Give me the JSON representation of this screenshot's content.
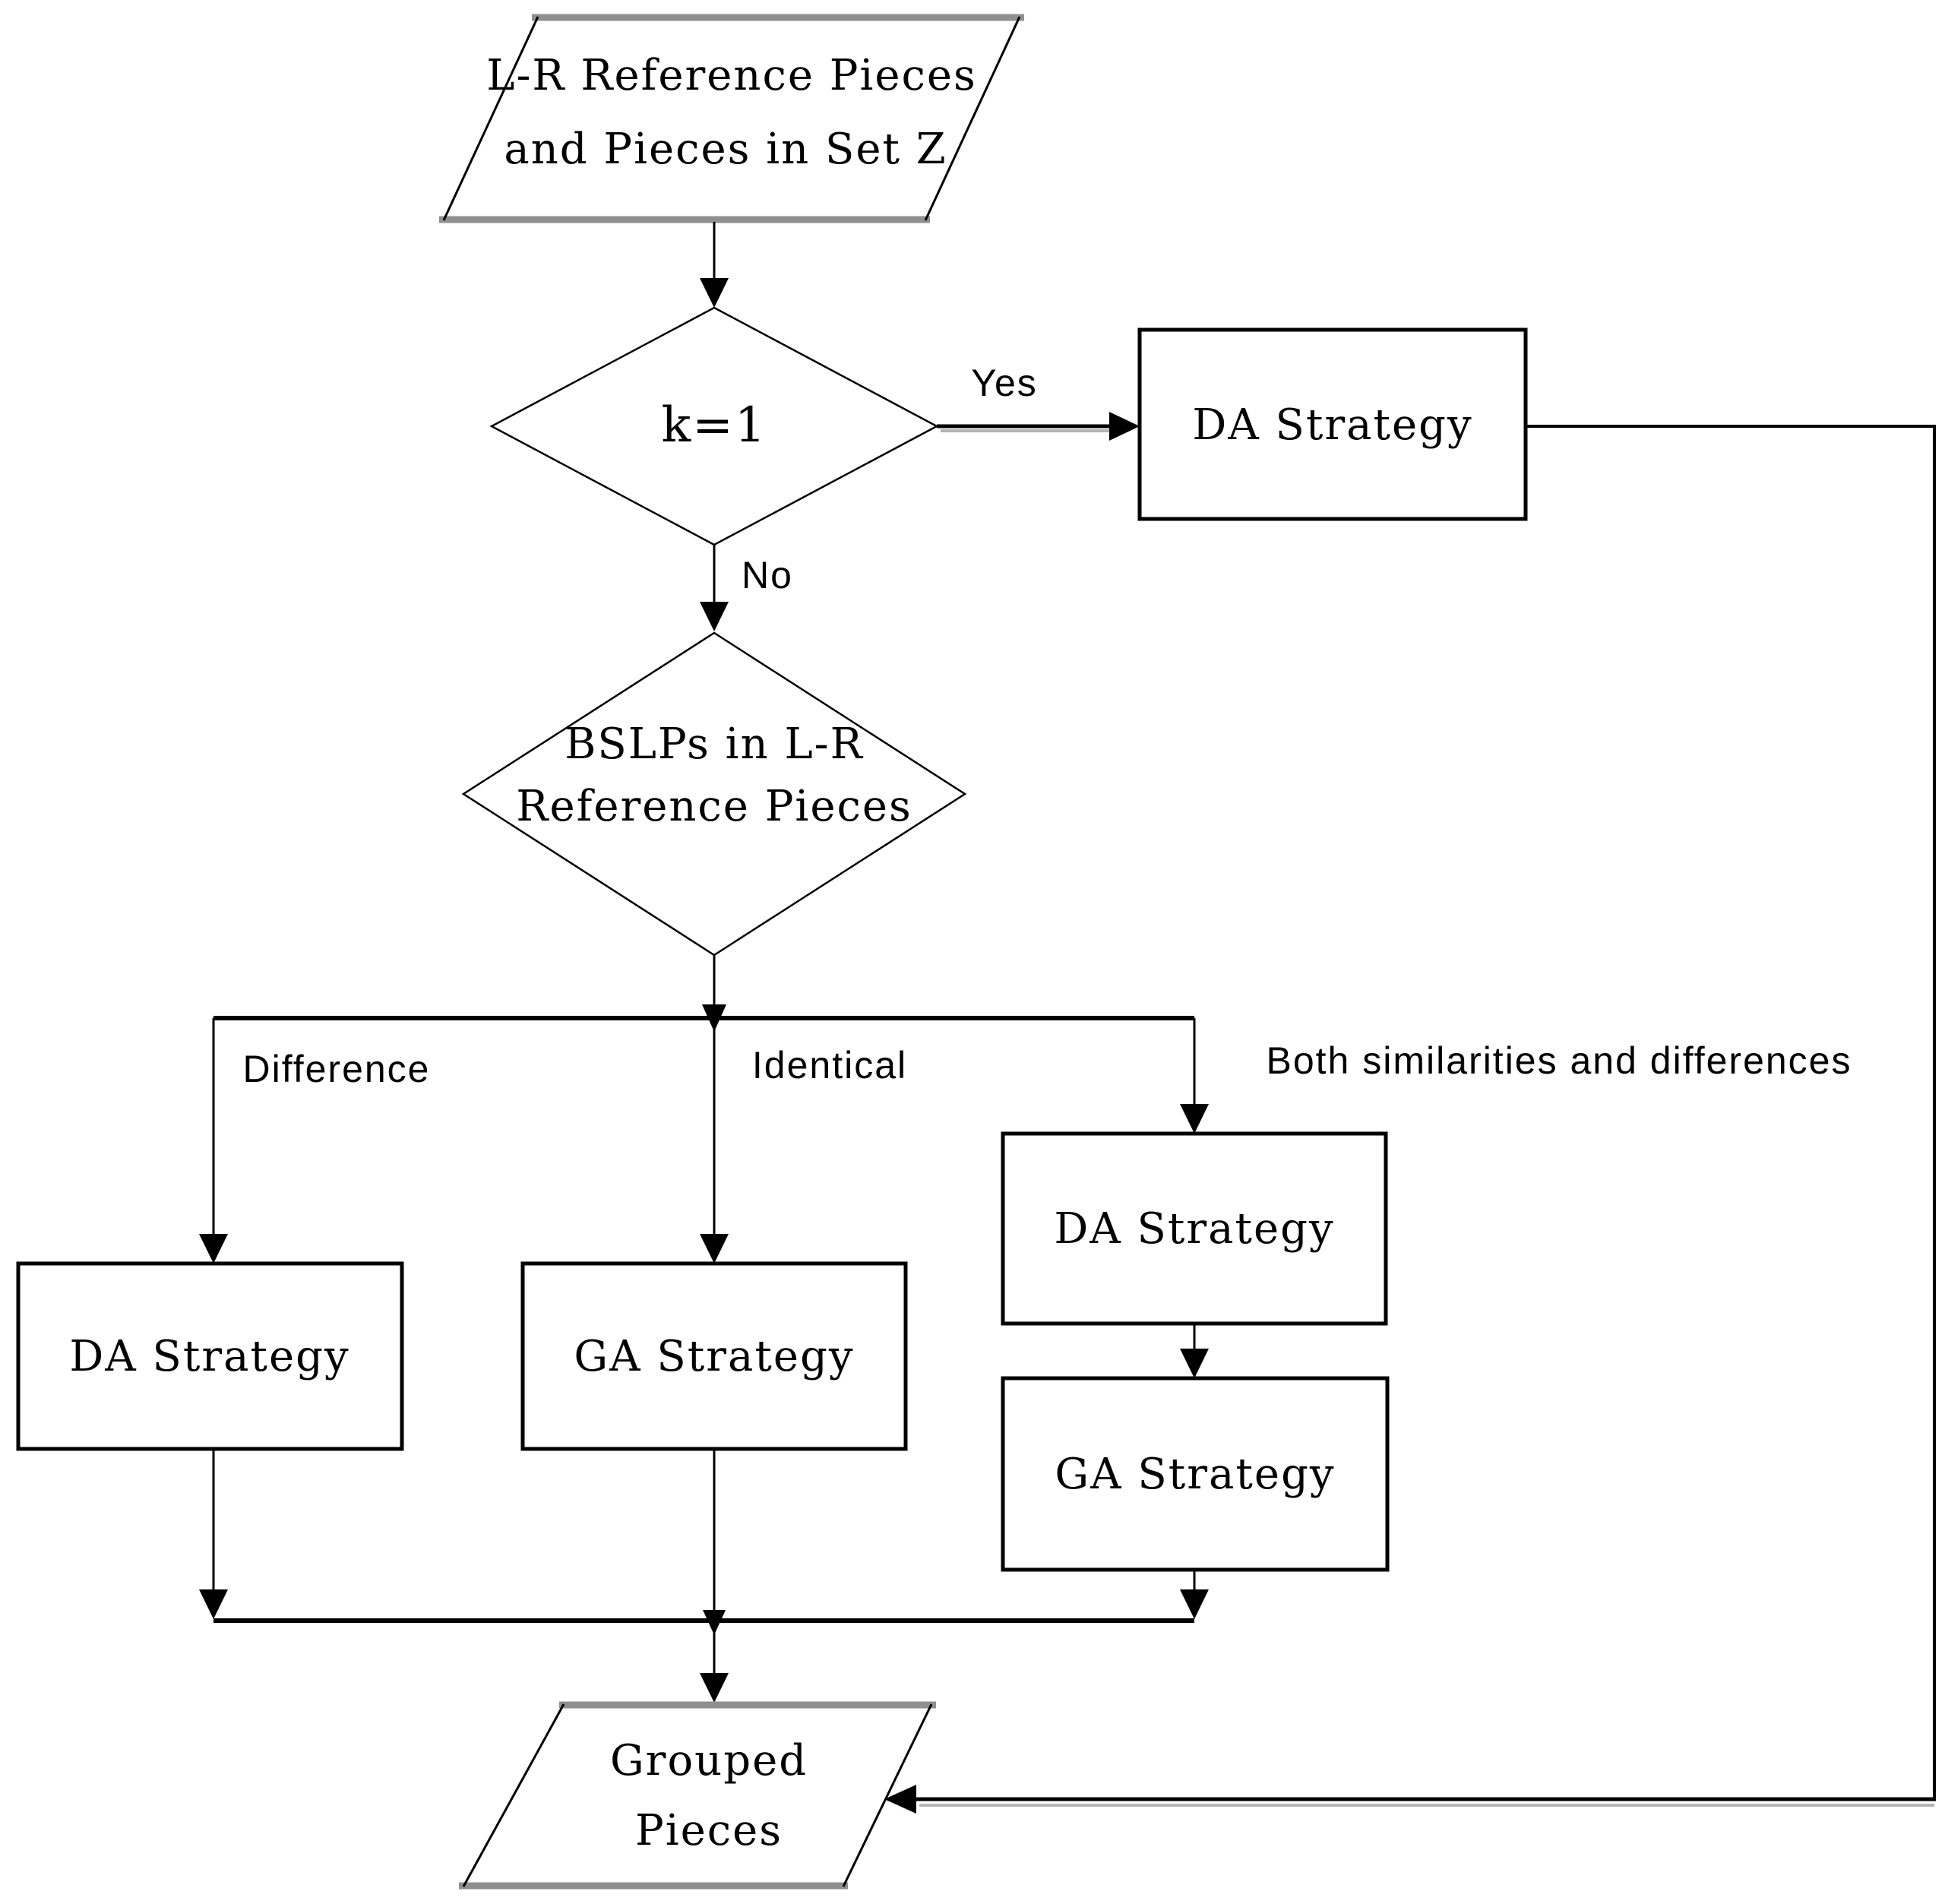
{
  "nodes": {
    "input": {
      "line1": "L-R Reference Pieces",
      "line2": "and Pieces in Set Z"
    },
    "decision_k": {
      "label": "k=1"
    },
    "da_strategy_top": {
      "label": "DA Strategy"
    },
    "decision_bslps": {
      "line1": "BSLPs in L-R",
      "line2": "Reference Pieces"
    },
    "da_strategy_left": {
      "label": "DA Strategy"
    },
    "ga_strategy_middle": {
      "label": "GA Strategy"
    },
    "da_strategy_right": {
      "label": "DA Strategy"
    },
    "ga_strategy_right": {
      "label": "GA Strategy"
    },
    "output": {
      "line1": "Grouped",
      "line2": "Pieces"
    }
  },
  "edge_labels": {
    "yes": "Yes",
    "no": "No",
    "difference": "Difference",
    "identical": "Identical",
    "both": "Both similarities and differences"
  },
  "colors": {
    "line": "#000000",
    "gray_edge": "#8f8f8f",
    "shadow": "#b5b5b5",
    "bg": "#ffffff",
    "text": "#000000"
  }
}
